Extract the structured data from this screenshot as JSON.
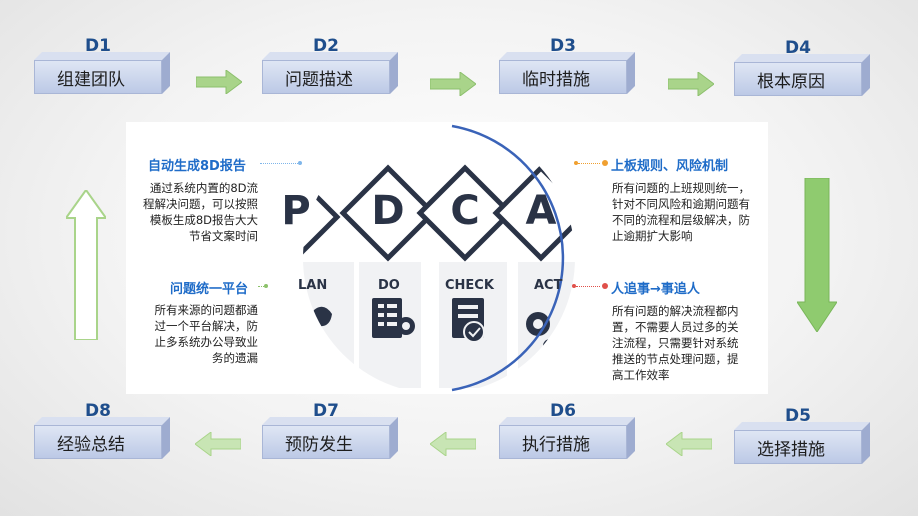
{
  "steps": {
    "d1": {
      "code": "D1",
      "label": "组建团队"
    },
    "d2": {
      "code": "D2",
      "label": "问题描述"
    },
    "d3": {
      "code": "D3",
      "label": "临时措施"
    },
    "d4": {
      "code": "D4",
      "label": "根本原因"
    },
    "d5": {
      "code": "D5",
      "label": "选择措施"
    },
    "d6": {
      "code": "D6",
      "label": "执行措施"
    },
    "d7": {
      "code": "D7",
      "label": "预防发生"
    },
    "d8": {
      "code": "D8",
      "label": "经验总结"
    }
  },
  "features": {
    "left_top": {
      "title": "自动生成8D报告",
      "lines": [
        "通过系统内置的8D流",
        "程解决问题，可以按照",
        "模板生成8D报告大大",
        "节省文案时间"
      ]
    },
    "left_bottom": {
      "title": "问题统一平台",
      "lines": [
        "所有来源的问题都通",
        "过一个平台解决，防",
        "止多系统办公导致业",
        "务的遗漏"
      ]
    },
    "right_top": {
      "title": "上板规则、风险机制",
      "lines": [
        "所有问题的上班规则统一，",
        "针对不同风险和逾期问题有",
        "不同的流程和层级解决，防",
        "止逾期扩大影响"
      ]
    },
    "right_bottom": {
      "title": "人追事→事追人",
      "lines": [
        "所有问题的解决流程都内",
        "置，不需要人员过多的关",
        "注流程，只需要针对系统",
        "推送的节点处理问题，提",
        "高工作效率"
      ]
    }
  },
  "pdca": {
    "letters": [
      "P",
      "D",
      "C",
      "A"
    ],
    "captions": [
      "LAN",
      "DO",
      "CHECK",
      "ACT"
    ]
  },
  "colors": {
    "title_blue": "#1f6cc8",
    "box_fill": "#c9d3ec",
    "arrow_green": "#a9d48a",
    "dark_tile": "#2a3346"
  }
}
